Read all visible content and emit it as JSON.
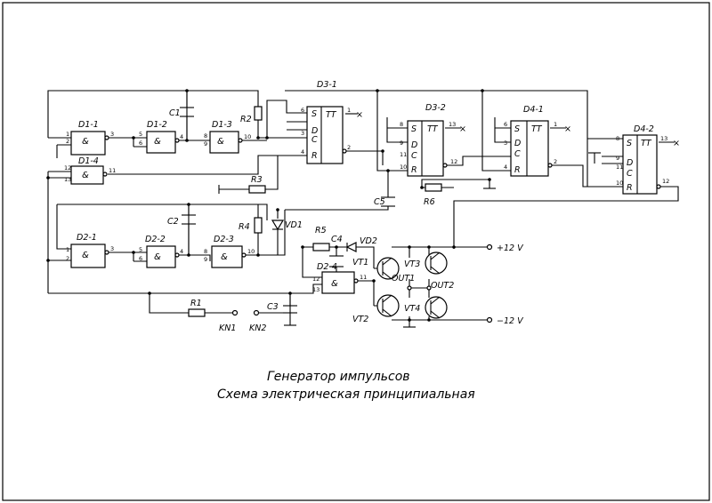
{
  "title": {
    "line1": "Генератор импульсов",
    "line2": "Схема электрическая принципиальная"
  },
  "symbols": {
    "and": "&",
    "tt": "TT"
  },
  "components": {
    "d1_1": "D1-1",
    "d1_2": "D1-2",
    "d1_3": "D1-3",
    "d1_4": "D1-4",
    "d2_1": "D2-1",
    "d2_2": "D2-2",
    "d2_3": "D2-3",
    "d2_4": "D2-4",
    "d3_1": "D3-1",
    "d3_2": "D3-2",
    "d4_1": "D4-1",
    "d4_2": "D4-2",
    "c1": "C1",
    "c2": "C2",
    "c3": "C3",
    "c4": "C4",
    "c5": "C5",
    "r1": "R1",
    "r2": "R2",
    "r3": "R3",
    "r4": "R4",
    "r5": "R5",
    "r6": "R6",
    "vd1": "VD1",
    "vd2": "VD2",
    "vt1": "VT1",
    "vt2": "VT2",
    "vt3": "VT3",
    "vt4": "VT4",
    "out1": "OUT1",
    "out2": "OUT2",
    "kn1": "KN1",
    "kn2": "KN2",
    "vplus": "+12 V",
    "vminus": "−12 V"
  },
  "pins": {
    "d1_1": [
      "1",
      "2",
      "3"
    ],
    "d1_2": [
      "5",
      "6",
      "4"
    ],
    "d1_3": [
      "8",
      "9",
      "10"
    ],
    "d1_4": [
      "12",
      "13",
      "11"
    ],
    "d2_1": [
      "1",
      "2",
      "3"
    ],
    "d2_2": [
      "5",
      "6",
      "4"
    ],
    "d2_3": [
      "8",
      "9",
      "10"
    ],
    "d2_4": [
      "12",
      "13",
      "11"
    ],
    "d3_1": [
      "6",
      "3",
      "4",
      "1",
      "2"
    ],
    "d3_2": [
      "8",
      "9",
      "11",
      "10",
      "13",
      "12"
    ],
    "d4_1": [
      "6",
      "3",
      "4",
      "1",
      "2"
    ],
    "d4_2": [
      "8",
      "9",
      "11",
      "10",
      "13",
      "12"
    ]
  },
  "ff_pins": {
    "s": "S",
    "d": "D",
    "c": "C",
    "r": "R"
  }
}
